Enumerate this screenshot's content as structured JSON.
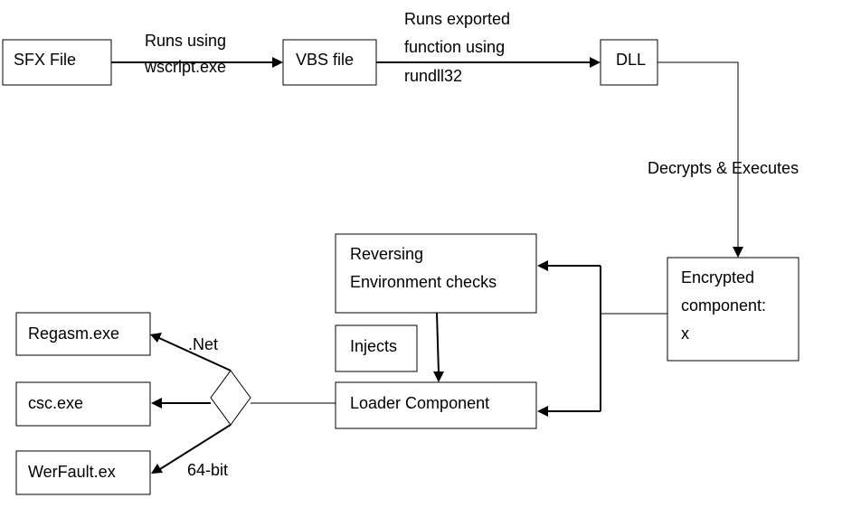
{
  "nodes": {
    "sfx_file": "SFX File",
    "vbs_file": "VBS file",
    "dll": "DLL",
    "encrypted_component": [
      "Encrypted",
      "component:",
      "x"
    ],
    "reversing_checks": [
      "Reversing",
      "Environment checks"
    ],
    "injects": "Injects",
    "loader_component": "Loader Component",
    "regasm": "Regasm.exe",
    "csc": "csc.exe",
    "werfault": "WerFault.ex"
  },
  "edges": {
    "sfx_to_vbs": [
      "Runs using",
      "wscript.exe"
    ],
    "vbs_to_dll": [
      "Runs exported",
      "function using",
      "rundll32"
    ],
    "dll_to_encrypted": "Decrypts & Executes",
    "to_regasm": ".Net",
    "to_werfault": "64-bit"
  }
}
